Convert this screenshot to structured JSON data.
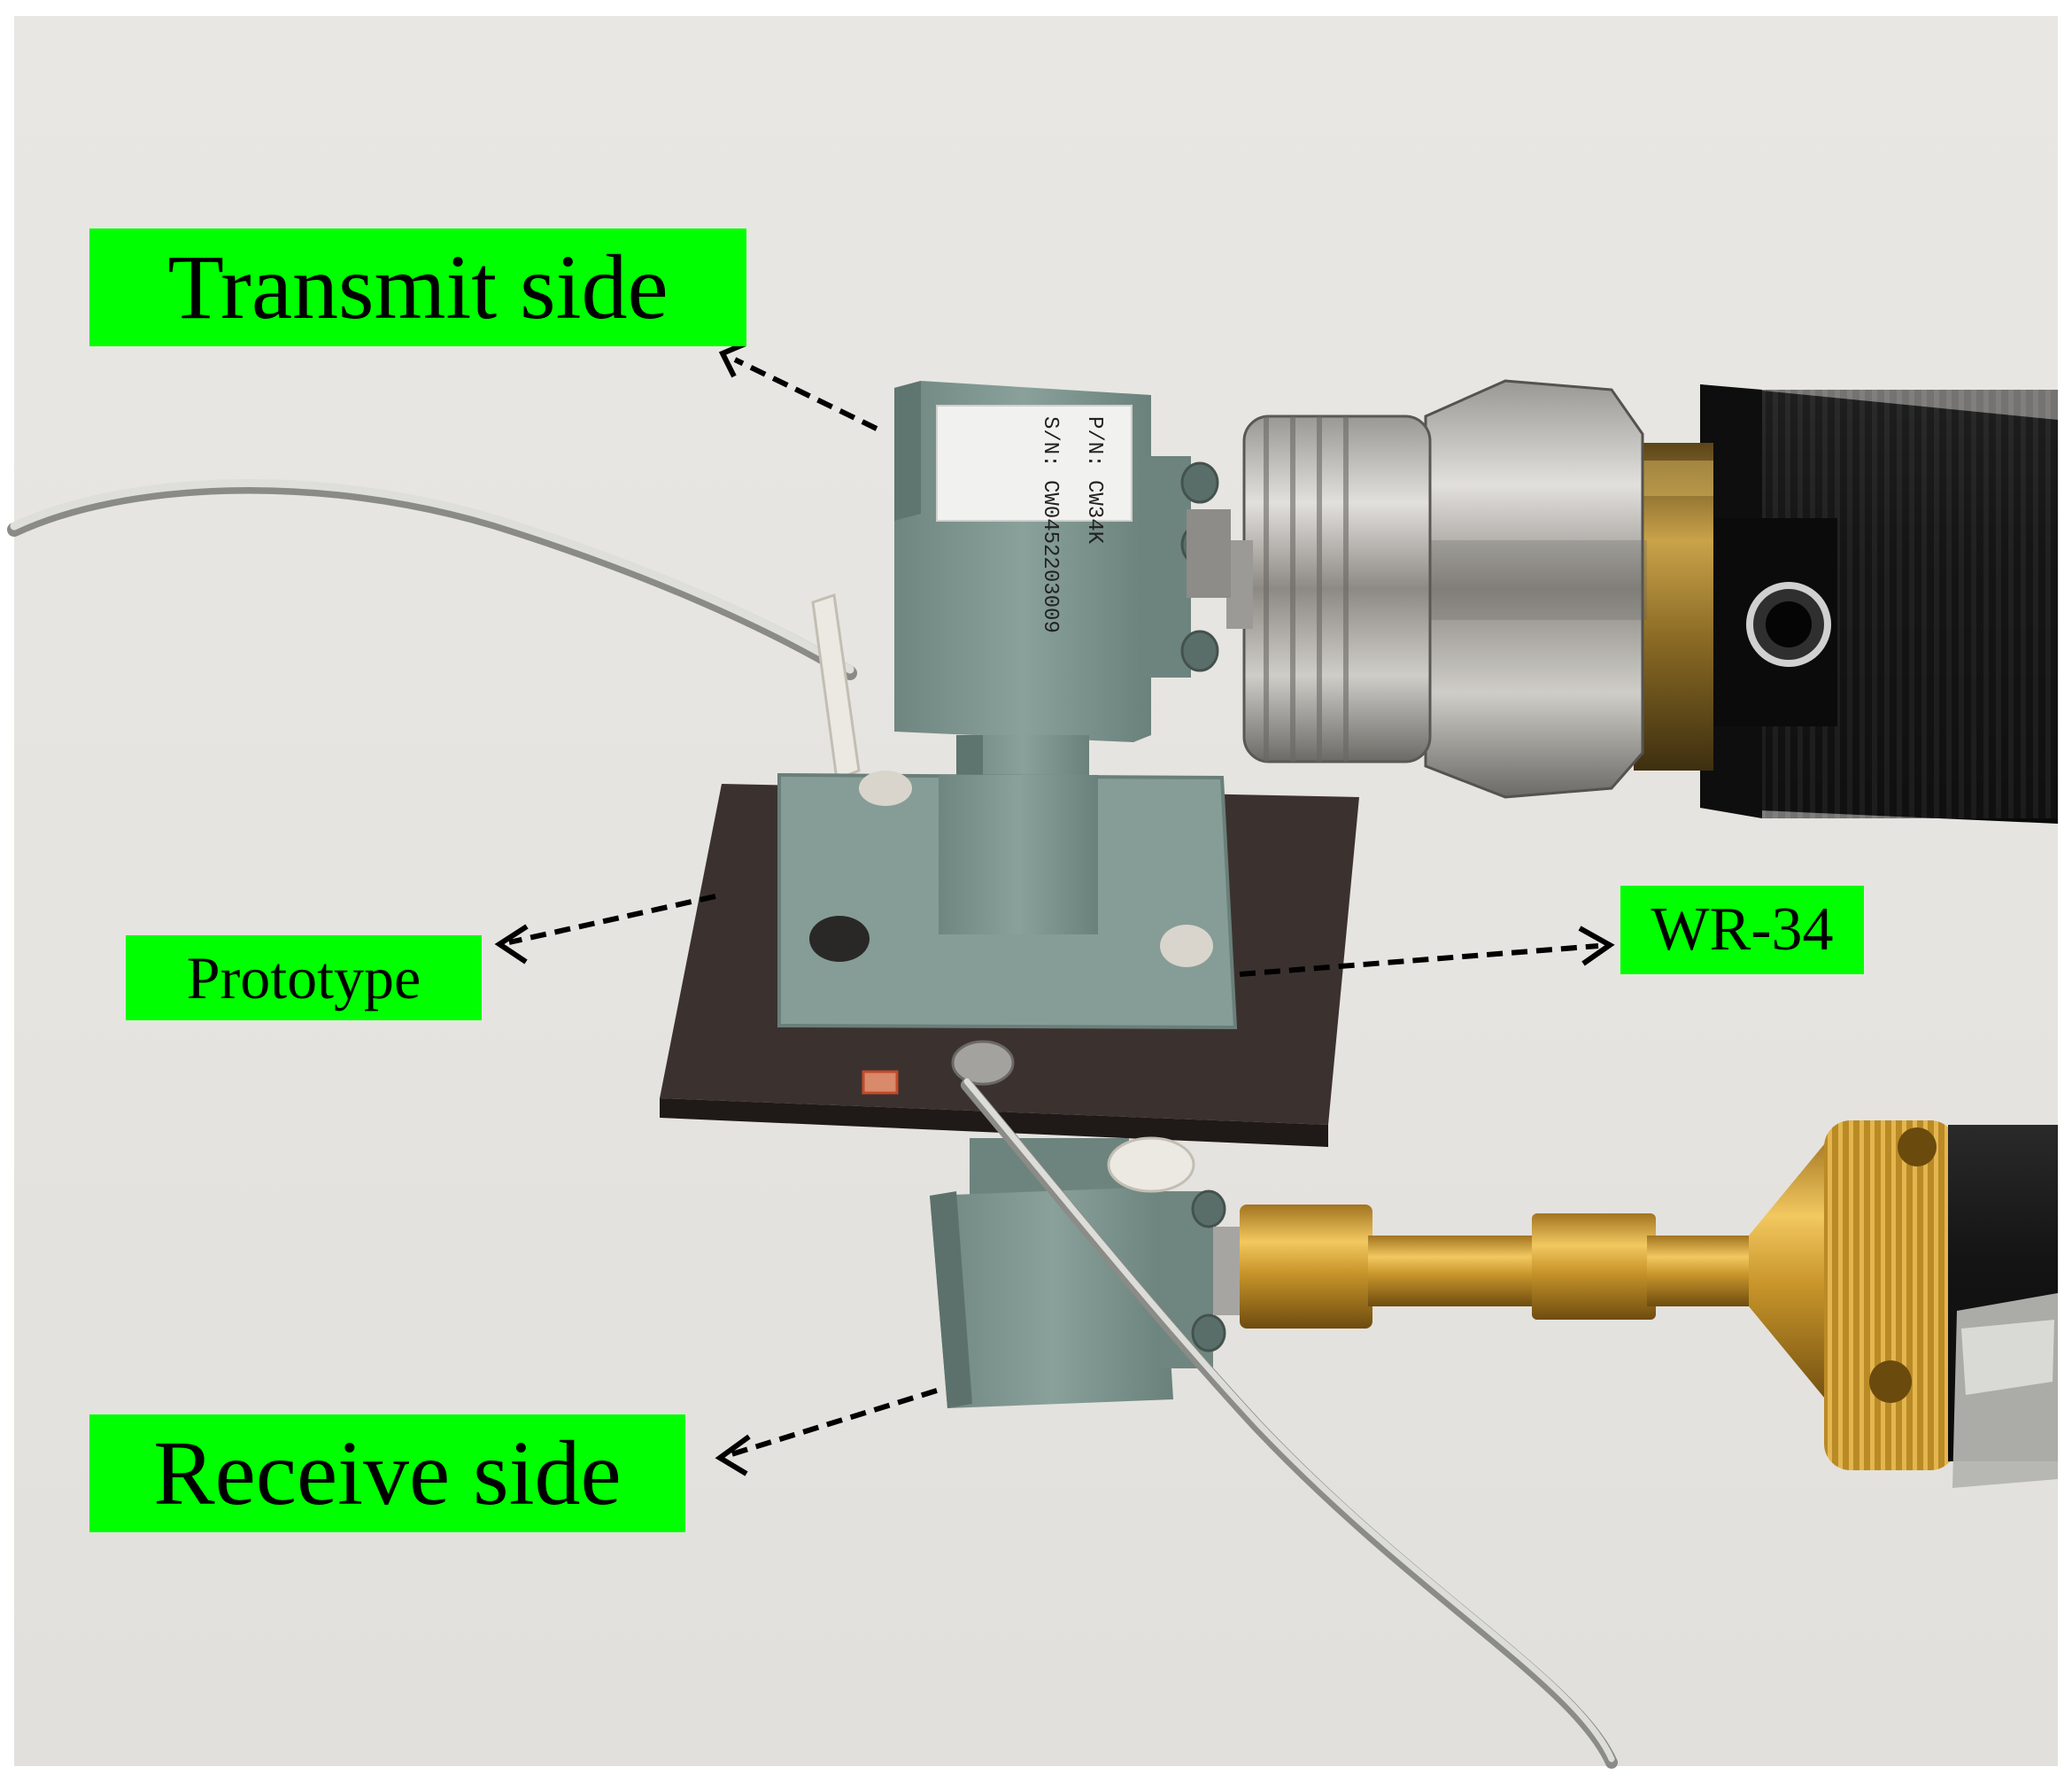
{
  "figure": {
    "photo_description_icon": "photo-waveguide-test-setup",
    "labels": {
      "transmit": "Transmit side",
      "prototype": "Prototype",
      "wr34": "WR-34",
      "receive": "Receive side"
    },
    "waveguide_label": {
      "part_number": "P/N: CW34K",
      "serial_number": "S/N: CW0452203009"
    },
    "colors": {
      "label_background": "#00ff00",
      "waveguide": "#7f9690",
      "board": "#3a3230",
      "gold_connector": "#c8952a",
      "black_handle": "#1c1c1c",
      "cable": "#d4d4d0"
    }
  }
}
